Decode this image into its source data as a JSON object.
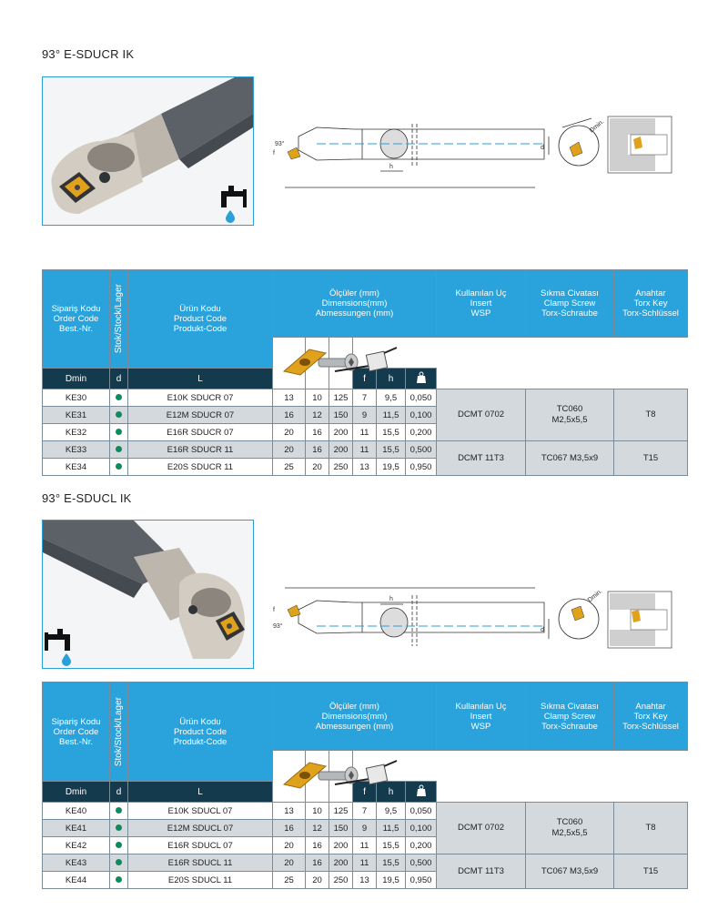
{
  "sections": [
    {
      "title": "93° E-SDUCR IK",
      "drawing_labels": {
        "angle": "93°",
        "f": "f",
        "h": "h",
        "d": "d",
        "dmin": "Dmin."
      },
      "table": {
        "headers": {
          "order_code": [
            "Sipariş Kodu",
            "Order Code",
            "Best.-Nr."
          ],
          "stock": "Stok/Stock/Lager",
          "product_code": [
            "Ürün Kodu",
            "Product Code",
            "Produkt-Code"
          ],
          "dimensions": [
            "Ölçüler (mm)",
            "Dimensions(mm)",
            "Abmessungen (mm)"
          ],
          "insert": [
            "Kullanılan Uç",
            "Insert",
            "WSP"
          ],
          "clamp_screw": [
            "Sıkma Civatası",
            "Clamp Screw",
            "Torx-Schraube"
          ],
          "key": [
            "Anahtar",
            "Torx Key",
            "Torx-Schlüssel"
          ],
          "dim_cols": [
            "Dmin",
            "d",
            "L",
            "f",
            "h"
          ]
        },
        "rows": [
          {
            "order": "KE30",
            "product": "E10K SDUCR 07",
            "dmin": "13",
            "d": "10",
            "L": "125",
            "f": "7",
            "h": "9,5",
            "w": "0,050"
          },
          {
            "order": "KE31",
            "product": "E12M SDUCR 07",
            "dmin": "16",
            "d": "12",
            "L": "150",
            "f": "9",
            "h": "11,5",
            "w": "0,100"
          },
          {
            "order": "KE32",
            "product": "E16R SDUCR 07",
            "dmin": "20",
            "d": "16",
            "L": "200",
            "f": "11",
            "h": "15,5",
            "w": "0,200"
          },
          {
            "order": "KE33",
            "product": "E16R SDUCR 11",
            "dmin": "20",
            "d": "16",
            "L": "200",
            "f": "11",
            "h": "15,5",
            "w": "0,500"
          },
          {
            "order": "KE34",
            "product": "E20S SDUCR 11",
            "dmin": "25",
            "d": "20",
            "L": "250",
            "f": "13",
            "h": "19,5",
            "w": "0,950"
          }
        ],
        "groups": [
          {
            "insert": "DCMT 0702",
            "screw": [
              "TC060",
              "M2,5x5,5"
            ],
            "key": "T8"
          },
          {
            "insert": "DCMT 11T3",
            "screw": [
              "TC067 M3,5x9"
            ],
            "key": "T15"
          }
        ]
      }
    },
    {
      "title": "93° E-SDUCL IK",
      "drawing_labels": {
        "angle": "93°",
        "f": "f",
        "h": "h",
        "d": "d",
        "dmin": "Dmin."
      },
      "table": {
        "headers": {
          "order_code": [
            "Sipariş Kodu",
            "Order Code",
            "Best.-Nr."
          ],
          "stock": "Stok/Stock/Lager",
          "product_code": [
            "Ürün Kodu",
            "Product Code",
            "Produkt-Code"
          ],
          "dimensions": [
            "Ölçüler (mm)",
            "Dimensions(mm)",
            "Abmessungen (mm)"
          ],
          "insert": [
            "Kullanılan Uç",
            "Insert",
            "WSP"
          ],
          "clamp_screw": [
            "Sıkma Civatası",
            "Clamp Screw",
            "Torx-Schraube"
          ],
          "key": [
            "Anahtar",
            "Torx Key",
            "Torx-Schlüssel"
          ],
          "dim_cols": [
            "Dmin",
            "d",
            "L",
            "f",
            "h"
          ]
        },
        "rows": [
          {
            "order": "KE40",
            "product": "E10K SDUCL 07",
            "dmin": "13",
            "d": "10",
            "L": "125",
            "f": "7",
            "h": "9,5",
            "w": "0,050"
          },
          {
            "order": "KE41",
            "product": "E12M SDUCL 07",
            "dmin": "16",
            "d": "12",
            "L": "150",
            "f": "9",
            "h": "11,5",
            "w": "0,100"
          },
          {
            "order": "KE42",
            "product": "E16R SDUCL 07",
            "dmin": "20",
            "d": "16",
            "L": "200",
            "f": "11",
            "h": "15,5",
            "w": "0,200"
          },
          {
            "order": "KE43",
            "product": "E16R SDUCL 11",
            "dmin": "20",
            "d": "16",
            "L": "200",
            "f": "11",
            "h": "15,5",
            "w": "0,500"
          },
          {
            "order": "KE44",
            "product": "E20S SDUCL 11",
            "dmin": "25",
            "d": "20",
            "L": "250",
            "f": "13",
            "h": "19,5",
            "w": "0,950"
          }
        ],
        "groups": [
          {
            "insert": "DCMT 0702",
            "screw": [
              "TC060",
              "M2,5x5,5"
            ],
            "key": "T8"
          },
          {
            "insert": "DCMT 11T3",
            "screw": [
              "TC067 M3,5x9"
            ],
            "key": "T15"
          }
        ]
      }
    }
  ],
  "icons": {
    "coolant": "coolant-tap-icon",
    "weight": "weight-icon",
    "stock_dot": "in-stock-dot-icon"
  },
  "colors": {
    "header_blue": "#2aa3dc",
    "header_dark": "#133a4d",
    "row_shade": "#d4d9de",
    "stock_green": "#0f8a5f",
    "insert_gold": "#e0a21c"
  }
}
